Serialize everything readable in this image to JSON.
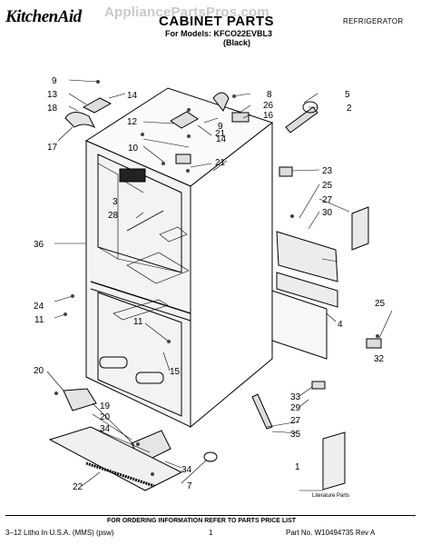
{
  "header": {
    "brand": "KitchenAid",
    "watermark": "AppliancePartsPros.com",
    "title": "CABINET PARTS",
    "models_line": "For Models: KFCO22EVBL3",
    "color": "(Black)",
    "category": "REFRIGERATOR"
  },
  "callouts": [
    "1",
    "2",
    "3",
    "4",
    "5",
    "7",
    "8",
    "9",
    "9",
    "10",
    "11",
    "11",
    "12",
    "13",
    "14",
    "14",
    "15",
    "16",
    "17",
    "18",
    "19",
    "20",
    "20",
    "21",
    "21",
    "22",
    "23",
    "24",
    "25",
    "25",
    "26",
    "27",
    "27",
    "28",
    "29",
    "30",
    "32",
    "33",
    "34",
    "34",
    "35",
    "36"
  ],
  "literature_label": "Literature Parts",
  "order_info": "FOR ORDERING INFORMATION REFER TO PARTS PRICE LIST",
  "footer": {
    "left": "3–12 Litho In U.S.A. (MMS) (psw)",
    "page": "1",
    "right": "Part No. W10494735 Rev A"
  }
}
